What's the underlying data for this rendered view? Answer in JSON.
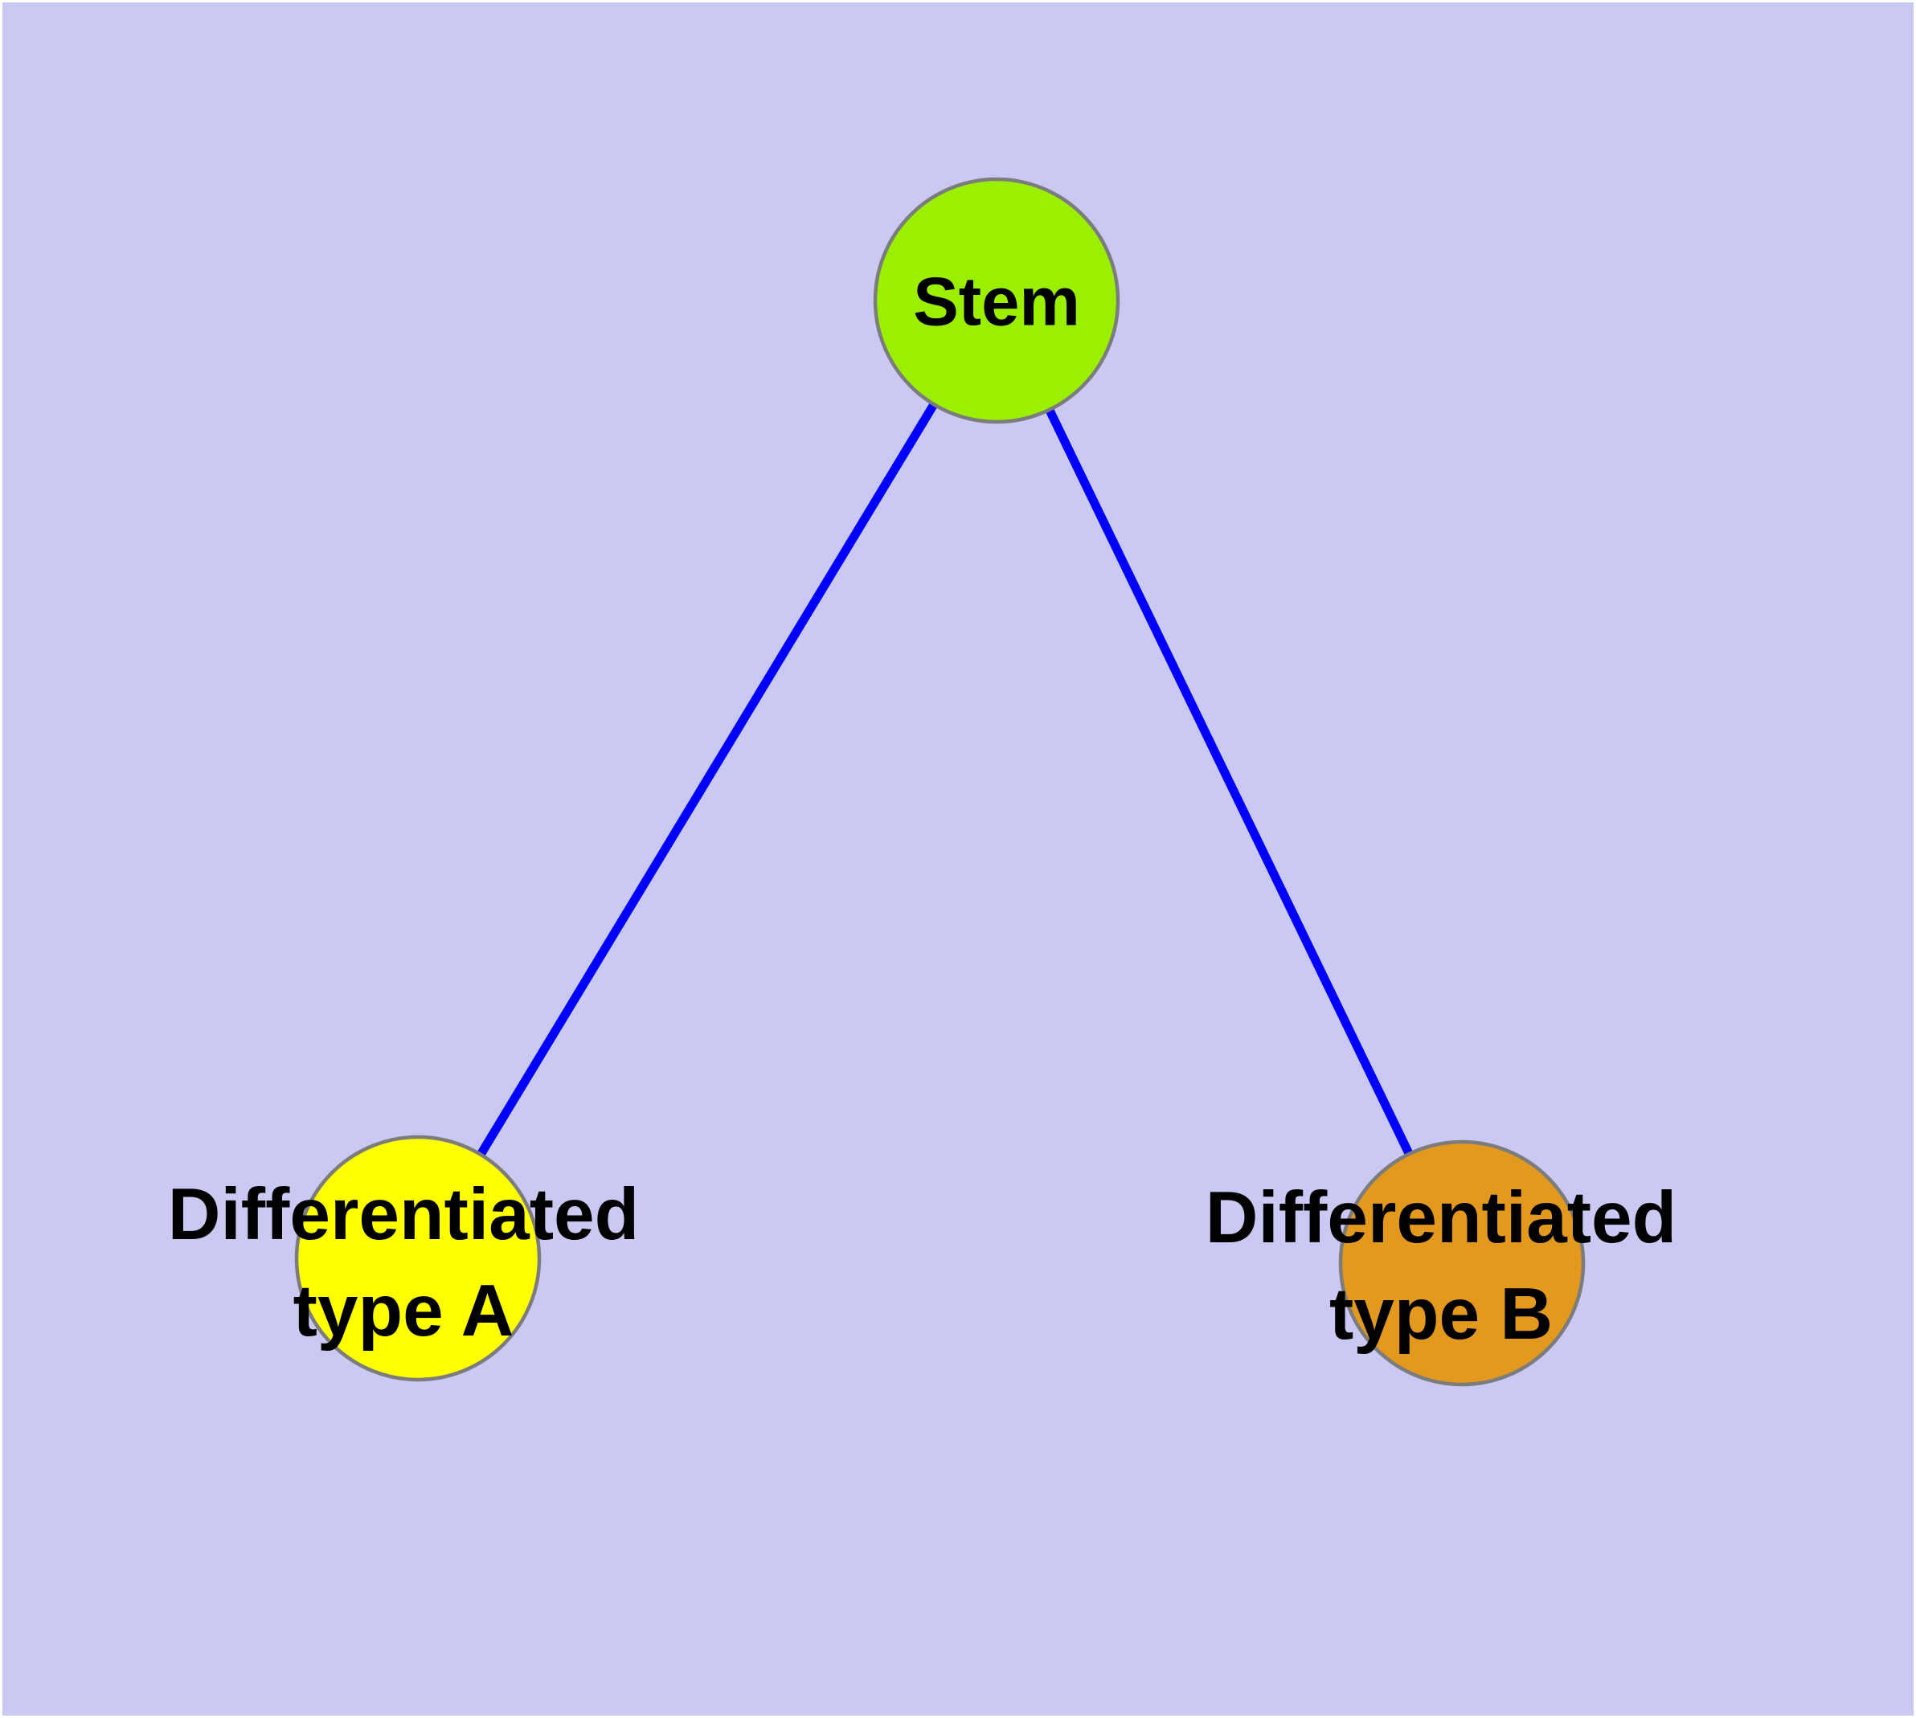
{
  "diagram": {
    "background_color": "#C9C9F3",
    "frame_color": "#FFFFFF",
    "text_color": "#000000",
    "node_border_color": "#7C7C7C",
    "edge_color": "#0000FA",
    "nodes": [
      {
        "id": "stem",
        "label": "Stem",
        "fill": "#9BEF00",
        "border_color": "#7C7C7C"
      },
      {
        "id": "differentiated-type-a",
        "label": "Differentiated\ntype A",
        "fill": "#FFFF00",
        "border_color": "#7C7C7C"
      },
      {
        "id": "differentiated-type-b",
        "label": "Differentiated\ntype B",
        "fill": "#E3981E",
        "border_color": "#7C7C7C"
      }
    ],
    "edges": [
      {
        "from": "stem",
        "to": "differentiated-type-a",
        "color": "#0000FA"
      },
      {
        "from": "stem",
        "to": "differentiated-type-b",
        "color": "#0000FA"
      }
    ]
  }
}
